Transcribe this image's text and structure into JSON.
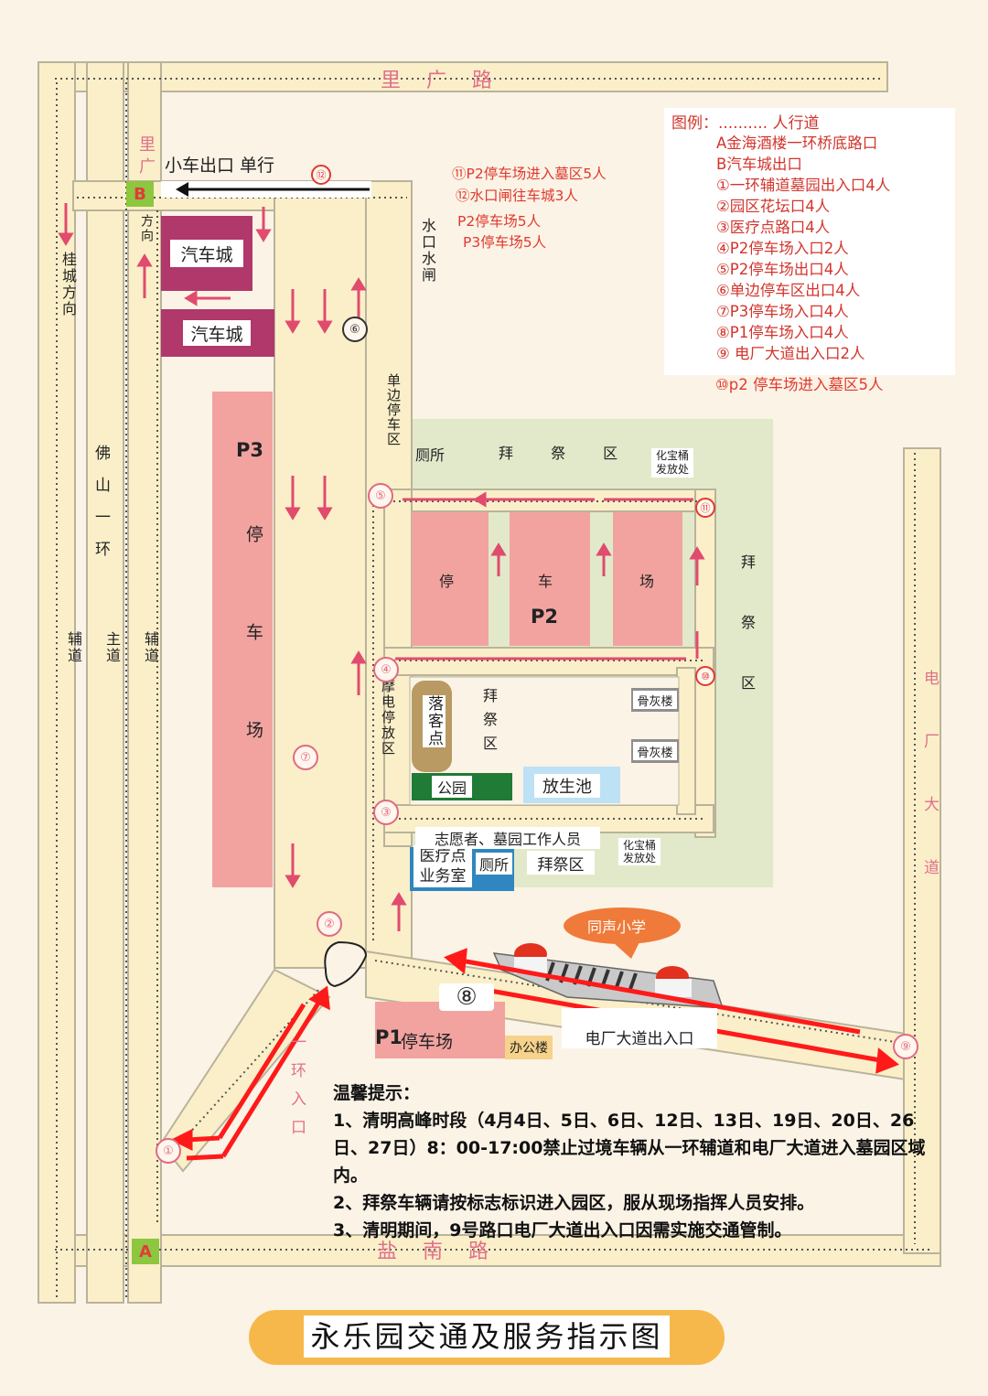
{
  "title": "永乐园交通及服务指示图",
  "roads": {
    "top": "里广路",
    "bottom": "盐南路",
    "ligang_vertical": "里广",
    "direction_small": "方向",
    "guicheng_direction": "桂城方向",
    "foshan_ring": "佛山一环",
    "left_aux": "辅道",
    "main": "主道",
    "right_aux": "辅道",
    "ring_entrance": "一环入口",
    "dianchang": "电厂大道",
    "shuikou": "水口水闸"
  },
  "exit_label": "小车出口 单行",
  "markers": {
    "a": "A",
    "b": "B"
  },
  "blocks": {
    "autocity1": "汽车城",
    "autocity2": "汽车城",
    "p3": "P3",
    "p3_text": "停车场",
    "p2": "P2",
    "p2_a": "停",
    "p2_b": "车",
    "p2_c": "场",
    "p1": "P1",
    "p1_text": "停车场",
    "office": "办公楼",
    "luoke": "落客点",
    "park": "公园",
    "fangsheng": "放生池",
    "guhui1": "骨灰楼",
    "guhui2": "骨灰楼",
    "clinic": "医疗点业务室",
    "toilet_lower": "厕所",
    "baiji_lower": "拜祭区",
    "toilet_upper": "厕所",
    "baiji_upper": "拜 祭 区",
    "baiji_center": "拜祭区",
    "baiji_right": "拜祭区",
    "huabao_upper": "化宝桶发放处",
    "huabao_lower": "化宝桶发放处",
    "volunteer": "志愿者、墓园工作人员",
    "single_parking": "单边停车区",
    "moto_parking": "摩电停放区",
    "school": "同声小学",
    "dianchang_exit": "电厂大道出入口"
  },
  "staff_notes": [
    "⑪P2停车场进入墓区5人",
    "⑫水口闸往车城3人",
    "P2停车场5人",
    "P3停车场5人"
  ],
  "legend": {
    "title": "图例：.......... 人行道",
    "items": [
      "A金海酒楼一环桥底路口",
      "B汽车城出口",
      "①一环辅道墓园出入口4人",
      "②园区花坛口4人",
      "③医疗点路口4人",
      "④P2停车场入口2人",
      "⑤P2停车场出口4人",
      "⑥单边停车区出口4人",
      "⑦P3停车场入口4人",
      "⑧P1停车场入口4人",
      "⑨ 电厂大道出入口2人",
      "⑩p2 停车场进入墓区5人"
    ]
  },
  "points": [
    "①",
    "②",
    "③",
    "④",
    "⑤",
    "⑥",
    "⑦",
    "⑧",
    "⑨",
    "⑩",
    "⑪",
    "⑫"
  ],
  "tips": {
    "title": "温馨提示：",
    "lines": [
      "1、清明高峰时段（4月4日、5日、6日、12日、13日、19日、20日、26日、27日）8：00-17:00禁止过境车辆从一环辅道和电厂大道进入墓园区域内。",
      "2、拜祭车辆请按标志标识进入园区，服从现场指挥人员安排。",
      "3、清明期间，9号路口电厂大道出入口因需实施交通管制。"
    ]
  },
  "colors": {
    "road": "#fbefc9",
    "road_edge": "#b9b39a",
    "parking": "#f2a3a0",
    "autocity": "#b0386b",
    "green_zone": "#dfe8c8",
    "arrow": "#e04b6e",
    "red_route": "#ff1a1a"
  }
}
